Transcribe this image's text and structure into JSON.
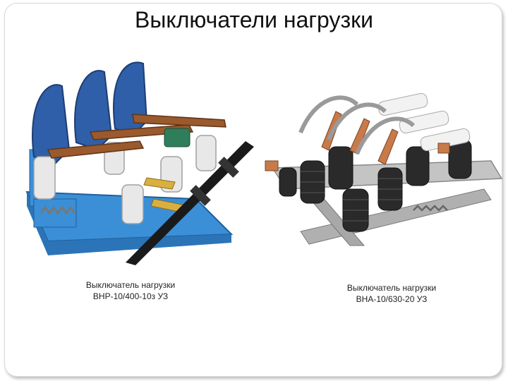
{
  "slide": {
    "title": "Выключатели нагрузки"
  },
  "products": [
    {
      "name": "Выключатель нагрузки",
      "model": "ВНР-10/400-10з УЗ",
      "colors": {
        "frame": "#3b8fd6",
        "arms": "#2f5fa8",
        "busbars": "#9a5a2e",
        "insulators": "#e6e6e6",
        "rod": "#1a1a1a"
      }
    },
    {
      "name": "Выключатель нагрузки",
      "model": "ВНА-10/630-20 УЗ",
      "colors": {
        "frame": "#b8b8b8",
        "insulators": "#2a2a2a",
        "contacts": "#c87a4a",
        "fuses": "#f2f2f2"
      }
    }
  ]
}
